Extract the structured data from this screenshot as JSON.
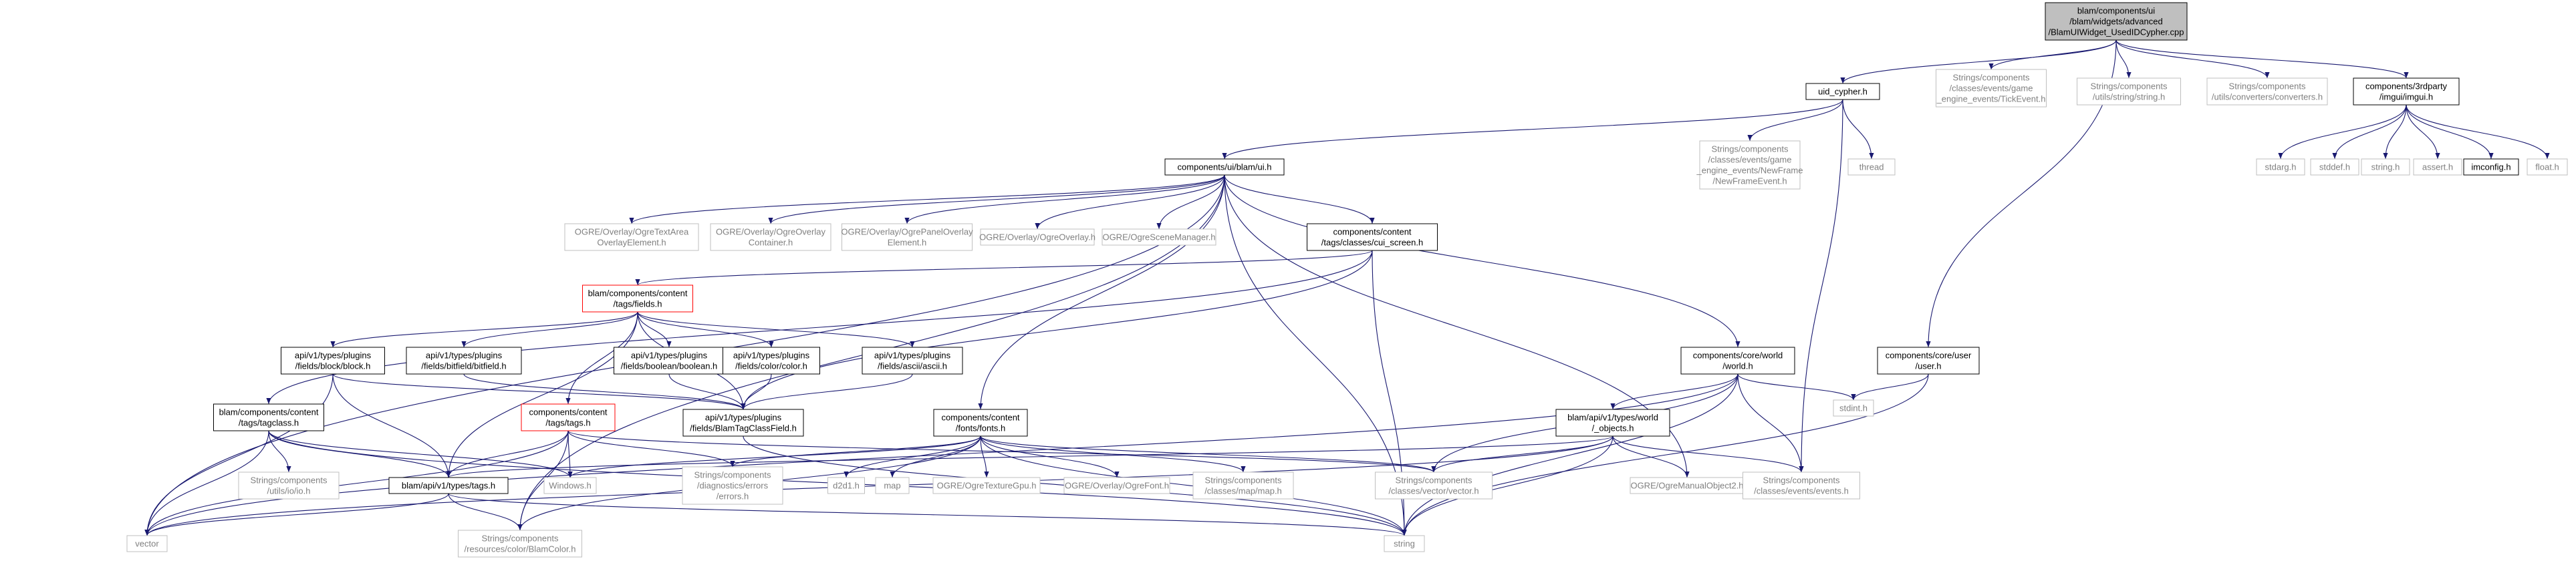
{
  "colors": {
    "edge": "#191970",
    "root_fill": "#bfbfbf",
    "border_normal": "#000000",
    "border_leaf": "#bfbfbf",
    "border_truncated": "#ff0000",
    "text_normal": "#000000",
    "text_leaf": "#808080"
  },
  "nodes": [
    {
      "id": "root",
      "lines": [
        "blam/components/ui",
        "/blam/widgets/advanced",
        "/BlamUIWidget_UsedIDCypher.cpp"
      ],
      "kind": "root"
    },
    {
      "id": "uid_cypher",
      "lines": [
        "uid_cypher.h"
      ],
      "kind": "normal"
    },
    {
      "id": "tick_event",
      "lines": [
        "Strings/components",
        "/classes/events/game",
        "_engine_events/TickEvent.h"
      ],
      "kind": "leaf"
    },
    {
      "id": "string_h",
      "lines": [
        "Strings/components",
        "/utils/string/string.h"
      ],
      "kind": "leaf"
    },
    {
      "id": "converters",
      "lines": [
        "Strings/components",
        "/utils/converters/converters.h"
      ],
      "kind": "leaf"
    },
    {
      "id": "imgui",
      "lines": [
        "components/3rdparty",
        "/imgui/imgui.h"
      ],
      "kind": "normal"
    },
    {
      "id": "ui_h",
      "lines": [
        "components/ui/blam/ui.h"
      ],
      "kind": "normal"
    },
    {
      "id": "newframe",
      "lines": [
        "Strings/components",
        "/classes/events/game",
        "_engine_events/NewFrame",
        "/NewFrameEvent.h"
      ],
      "kind": "leaf"
    },
    {
      "id": "thread",
      "lines": [
        "thread"
      ],
      "kind": "leaf"
    },
    {
      "id": "user_h",
      "lines": [
        "components/core/user",
        "/user.h"
      ],
      "kind": "normal"
    },
    {
      "id": "stdarg",
      "lines": [
        "stdarg.h"
      ],
      "kind": "leaf"
    },
    {
      "id": "stddef",
      "lines": [
        "stddef.h"
      ],
      "kind": "leaf"
    },
    {
      "id": "string_hh",
      "lines": [
        "string.h"
      ],
      "kind": "leaf"
    },
    {
      "id": "assert",
      "lines": [
        "assert.h"
      ],
      "kind": "leaf"
    },
    {
      "id": "imconfig",
      "lines": [
        "imconfig.h"
      ],
      "kind": "normal"
    },
    {
      "id": "float",
      "lines": [
        "float.h"
      ],
      "kind": "leaf"
    },
    {
      "id": "ogre_textarea",
      "lines": [
        "OGRE/Overlay/OgreTextArea",
        "OverlayElement.h"
      ],
      "kind": "leaf"
    },
    {
      "id": "ogre_container",
      "lines": [
        "OGRE/Overlay/OgreOverlay",
        "Container.h"
      ],
      "kind": "leaf"
    },
    {
      "id": "ogre_panel",
      "lines": [
        "OGRE/Overlay/OgrePanelOverlay",
        "Element.h"
      ],
      "kind": "leaf"
    },
    {
      "id": "ogre_overlay",
      "lines": [
        "OGRE/Overlay/OgreOverlay.h"
      ],
      "kind": "leaf"
    },
    {
      "id": "ogre_scene",
      "lines": [
        "OGRE/OgreSceneManager.h"
      ],
      "kind": "leaf"
    },
    {
      "id": "cui_screen",
      "lines": [
        "components/content",
        "/tags/classes/cui_screen.h"
      ],
      "kind": "normal"
    },
    {
      "id": "fields",
      "lines": [
        "blam/components/content",
        "/tags/fields.h"
      ],
      "kind": "truncated"
    },
    {
      "id": "world",
      "lines": [
        "components/core/world",
        "/world.h"
      ],
      "kind": "normal"
    },
    {
      "id": "block",
      "lines": [
        "api/v1/types/plugins",
        "/fields/block/block.h"
      ],
      "kind": "normal"
    },
    {
      "id": "bitfield",
      "lines": [
        "api/v1/types/plugins",
        "/fields/bitfield/bitfield.h"
      ],
      "kind": "normal"
    },
    {
      "id": "boolean",
      "lines": [
        "api/v1/types/plugins",
        "/fields/boolean/boolean.h"
      ],
      "kind": "normal"
    },
    {
      "id": "color",
      "lines": [
        "api/v1/types/plugins",
        "/fields/color/color.h"
      ],
      "kind": "normal"
    },
    {
      "id": "ascii",
      "lines": [
        "api/v1/types/plugins",
        "/fields/ascii/ascii.h"
      ],
      "kind": "normal"
    },
    {
      "id": "tagclass",
      "lines": [
        "blam/components/content",
        "/tags/tagclass.h"
      ],
      "kind": "normal"
    },
    {
      "id": "tags_h",
      "lines": [
        "components/content",
        "/tags/tags.h"
      ],
      "kind": "truncated"
    },
    {
      "id": "blamtagclassfield",
      "lines": [
        "api/v1/types/plugins",
        "/fields/BlamTagClassField.h"
      ],
      "kind": "normal"
    },
    {
      "id": "fonts",
      "lines": [
        "components/content",
        "/fonts/fonts.h"
      ],
      "kind": "normal"
    },
    {
      "id": "world_objects",
      "lines": [
        "blam/api/v1/types/world",
        "/_objects.h"
      ],
      "kind": "normal"
    },
    {
      "id": "stdint",
      "lines": [
        "stdint.h"
      ],
      "kind": "leaf"
    },
    {
      "id": "iolo",
      "lines": [
        "Strings/components",
        "/utils/io/io.h"
      ],
      "kind": "leaf"
    },
    {
      "id": "api_tags",
      "lines": [
        "blam/api/v1/types/tags.h"
      ],
      "kind": "normal"
    },
    {
      "id": "windows",
      "lines": [
        "Windows.h"
      ],
      "kind": "leaf"
    },
    {
      "id": "errors",
      "lines": [
        "Strings/components",
        "/diagnostics/errors",
        "/errors.h"
      ],
      "kind": "leaf"
    },
    {
      "id": "d2d1",
      "lines": [
        "d2d1.h"
      ],
      "kind": "leaf"
    },
    {
      "id": "map",
      "lines": [
        "map"
      ],
      "kind": "leaf"
    },
    {
      "id": "texturegpu",
      "lines": [
        "OGRE/OgreTextureGpu.h"
      ],
      "kind": "leaf"
    },
    {
      "id": "ogrefont",
      "lines": [
        "OGRE/Overlay/OgreFont.h"
      ],
      "kind": "leaf"
    },
    {
      "id": "map_h",
      "lines": [
        "Strings/components",
        "/classes/map/map.h"
      ],
      "kind": "leaf"
    },
    {
      "id": "vector_h",
      "lines": [
        "Strings/components",
        "/classes/vector/vector.h"
      ],
      "kind": "leaf"
    },
    {
      "id": "manualobject",
      "lines": [
        "OGRE/OgreManualObject2.h"
      ],
      "kind": "leaf"
    },
    {
      "id": "events_h",
      "lines": [
        "Strings/components",
        "/classes/events/events.h"
      ],
      "kind": "leaf"
    },
    {
      "id": "vector",
      "lines": [
        "vector"
      ],
      "kind": "leaf"
    },
    {
      "id": "blamcolor",
      "lines": [
        "Strings/components",
        "/resources/color/BlamColor.h"
      ],
      "kind": "leaf"
    },
    {
      "id": "string",
      "lines": [
        "string"
      ],
      "kind": "leaf"
    }
  ],
  "edges": [
    [
      "root",
      "uid_cypher"
    ],
    [
      "root",
      "tick_event"
    ],
    [
      "root",
      "string_h"
    ],
    [
      "root",
      "converters"
    ],
    [
      "root",
      "imgui"
    ],
    [
      "root",
      "user_h"
    ],
    [
      "uid_cypher",
      "ui_h"
    ],
    [
      "uid_cypher",
      "newframe"
    ],
    [
      "uid_cypher",
      "thread"
    ],
    [
      "uid_cypher",
      "events_h"
    ],
    [
      "imgui",
      "stdarg"
    ],
    [
      "imgui",
      "stddef"
    ],
    [
      "imgui",
      "string_hh"
    ],
    [
      "imgui",
      "assert"
    ],
    [
      "imgui",
      "imconfig"
    ],
    [
      "imgui",
      "float"
    ],
    [
      "ui_h",
      "ogre_textarea"
    ],
    [
      "ui_h",
      "ogre_container"
    ],
    [
      "ui_h",
      "ogre_panel"
    ],
    [
      "ui_h",
      "ogre_overlay"
    ],
    [
      "ui_h",
      "ogre_scene"
    ],
    [
      "ui_h",
      "cui_screen"
    ],
    [
      "ui_h",
      "world"
    ],
    [
      "ui_h",
      "fonts"
    ],
    [
      "ui_h",
      "vector"
    ],
    [
      "ui_h",
      "blamcolor"
    ],
    [
      "ui_h",
      "string"
    ],
    [
      "ui_h",
      "manualobject"
    ],
    [
      "cui_screen",
      "fields"
    ],
    [
      "cui_screen",
      "tagclass"
    ],
    [
      "cui_screen",
      "string"
    ],
    [
      "cui_screen",
      "blamtagclassfield"
    ],
    [
      "fields",
      "block"
    ],
    [
      "fields",
      "bitfield"
    ],
    [
      "fields",
      "boolean"
    ],
    [
      "fields",
      "color"
    ],
    [
      "fields",
      "ascii"
    ],
    [
      "fields",
      "tags_h"
    ],
    [
      "fields",
      "blamtagclassfield"
    ],
    [
      "fields",
      "api_tags"
    ],
    [
      "block",
      "vector"
    ],
    [
      "block",
      "api_tags"
    ],
    [
      "block",
      "blamtagclassfield"
    ],
    [
      "bitfield",
      "blamtagclassfield"
    ],
    [
      "boolean",
      "blamtagclassfield"
    ],
    [
      "color",
      "blamtagclassfield"
    ],
    [
      "ascii",
      "blamtagclassfield"
    ],
    [
      "tagclass",
      "iolo"
    ],
    [
      "tagclass",
      "api_tags"
    ],
    [
      "tagclass",
      "vector"
    ],
    [
      "tagclass",
      "windows"
    ],
    [
      "tagclass",
      "string"
    ],
    [
      "tags_h",
      "api_tags"
    ],
    [
      "tags_h",
      "windows"
    ],
    [
      "tags_h",
      "errors"
    ],
    [
      "tags_h",
      "vector"
    ],
    [
      "tags_h",
      "blamcolor"
    ],
    [
      "tags_h",
      "vector_h"
    ],
    [
      "blamtagclassfield",
      "string"
    ],
    [
      "fonts",
      "windows"
    ],
    [
      "fonts",
      "errors"
    ],
    [
      "fonts",
      "d2d1"
    ],
    [
      "fonts",
      "map"
    ],
    [
      "fonts",
      "texturegpu"
    ],
    [
      "fonts",
      "ogrefont"
    ],
    [
      "fonts",
      "map_h"
    ],
    [
      "fonts",
      "vector_h"
    ],
    [
      "fonts",
      "blamcolor"
    ],
    [
      "fonts",
      "string"
    ],
    [
      "world",
      "world_objects"
    ],
    [
      "world",
      "vector_h"
    ],
    [
      "world",
      "stdint"
    ],
    [
      "world",
      "events_h"
    ],
    [
      "world",
      "string"
    ],
    [
      "world",
      "vector"
    ],
    [
      "world_objects",
      "vector_h"
    ],
    [
      "world_objects",
      "manualobject"
    ],
    [
      "world_objects",
      "events_h"
    ],
    [
      "world_objects",
      "string"
    ],
    [
      "world_objects",
      "vector"
    ],
    [
      "world_objects",
      "api_tags"
    ],
    [
      "user_h",
      "stdint"
    ],
    [
      "user_h",
      "string"
    ],
    [
      "api_tags",
      "vector"
    ],
    [
      "api_tags",
      "blamcolor"
    ],
    [
      "api_tags",
      "string"
    ]
  ]
}
